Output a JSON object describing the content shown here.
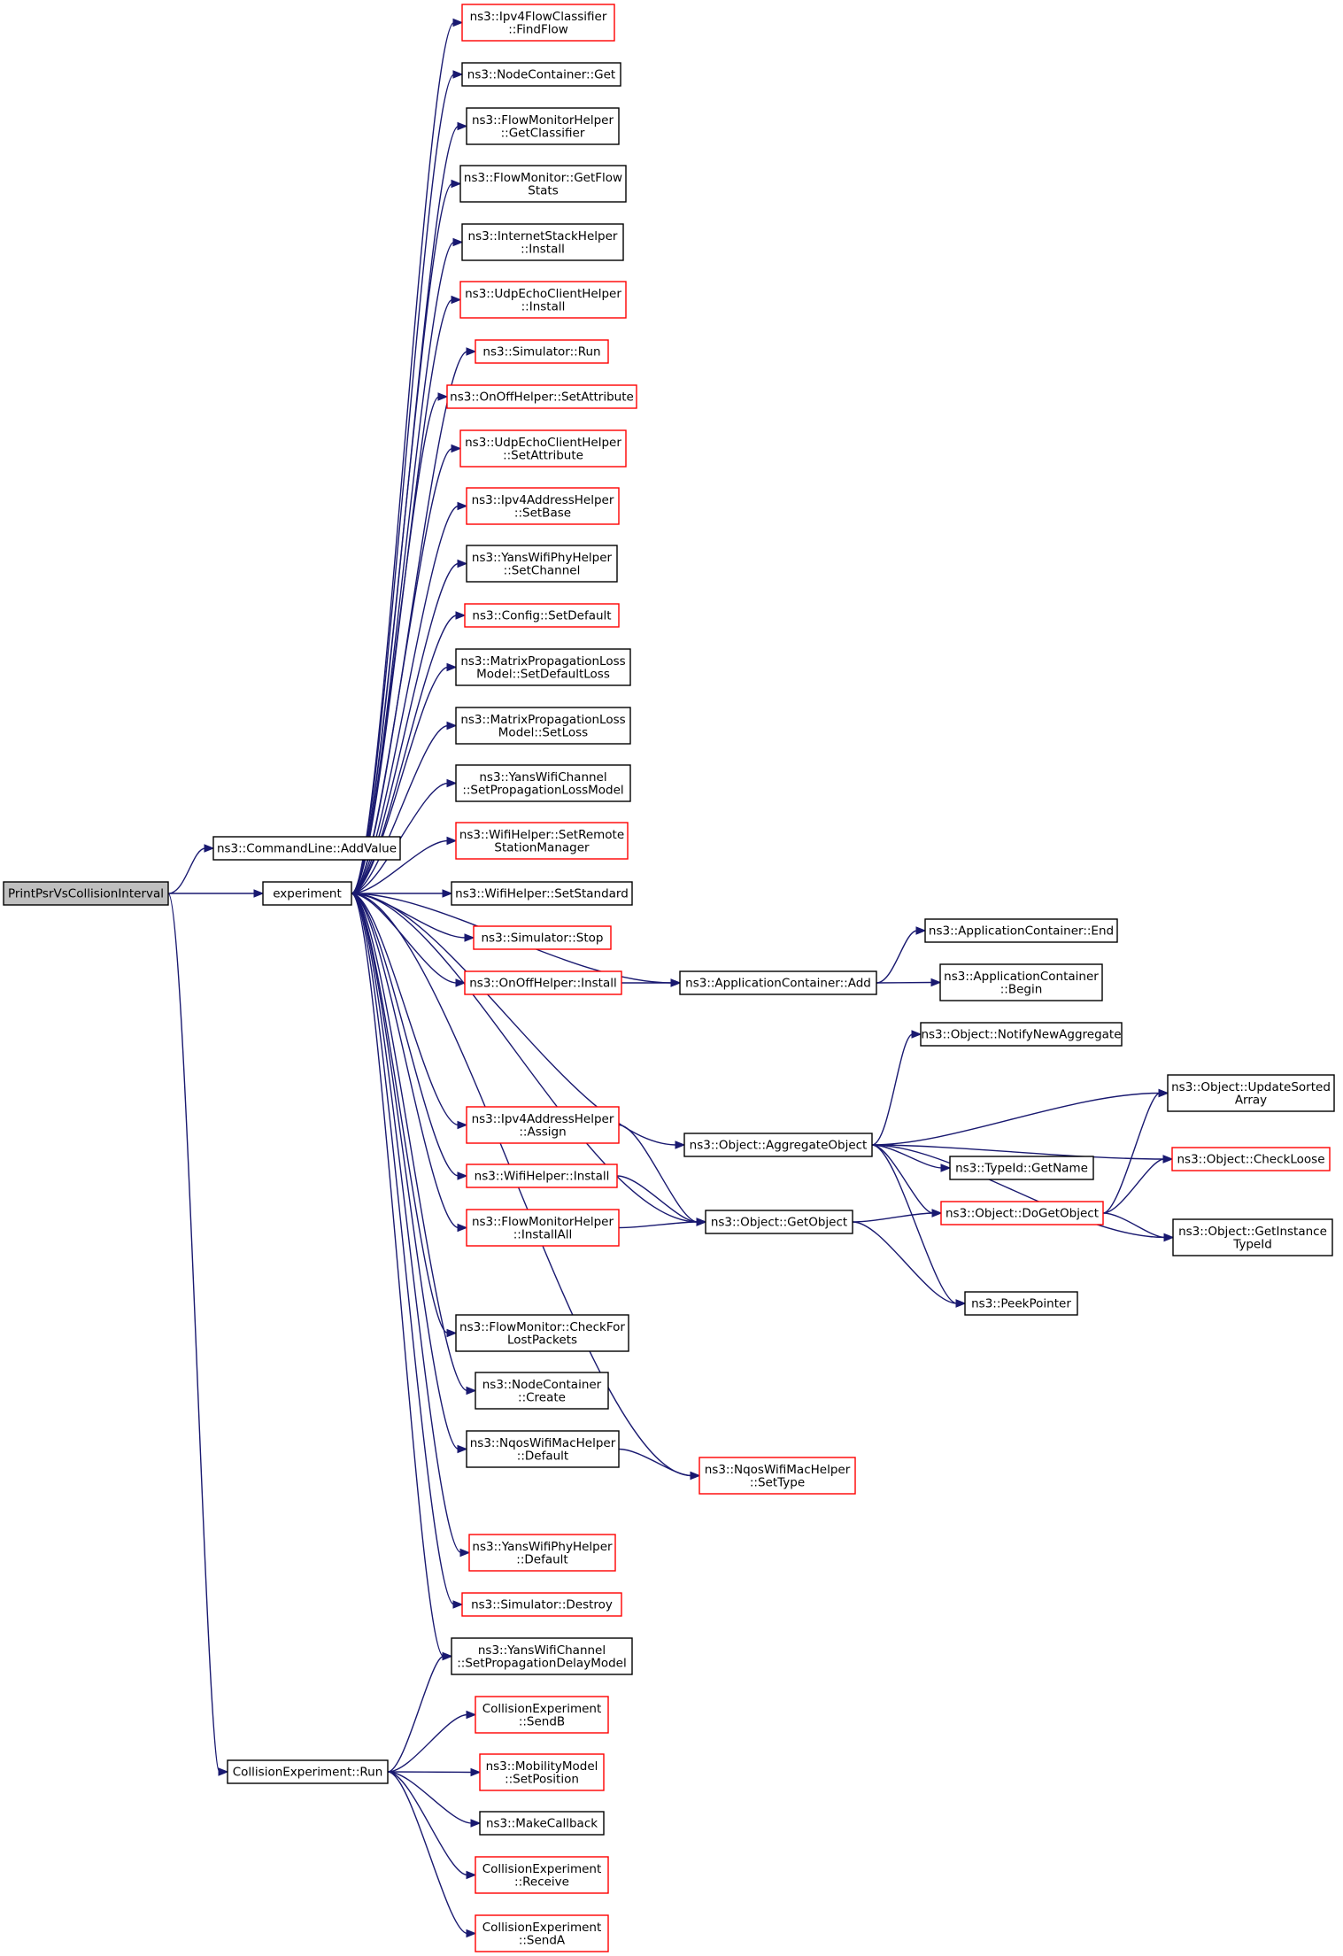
{
  "colors": {
    "edge": "#191970",
    "border_normal": "#000000",
    "border_highlight": "#ff0000",
    "root_fill": "#bfbfbf",
    "node_fill": "#ffffff"
  },
  "nodes": [
    {
      "id": "root",
      "lines": [
        "PrintPsrVsCollisionInterval"
      ],
      "style": "root"
    },
    {
      "id": "addvalue",
      "lines": [
        "ns3::CommandLine::AddValue"
      ],
      "style": "normal"
    },
    {
      "id": "experiment",
      "lines": [
        "experiment"
      ],
      "style": "normal"
    },
    {
      "id": "collrun",
      "lines": [
        "CollisionExperiment::Run"
      ],
      "style": "normal"
    },
    {
      "id": "findflow",
      "lines": [
        "ns3::Ipv4FlowClassifier",
        "::FindFlow"
      ],
      "style": "red"
    },
    {
      "id": "ncget",
      "lines": [
        "ns3::NodeContainer::Get"
      ],
      "style": "normal"
    },
    {
      "id": "getclassifier",
      "lines": [
        "ns3::FlowMonitorHelper",
        "::GetClassifier"
      ],
      "style": "normal"
    },
    {
      "id": "getflowstats",
      "lines": [
        "ns3::FlowMonitor::GetFlow",
        "Stats"
      ],
      "style": "normal"
    },
    {
      "id": "ishinstall",
      "lines": [
        "ns3::InternetStackHelper",
        "::Install"
      ],
      "style": "normal"
    },
    {
      "id": "udpinstall",
      "lines": [
        "ns3::UdpEchoClientHelper",
        "::Install"
      ],
      "style": "red"
    },
    {
      "id": "simrun",
      "lines": [
        "ns3::Simulator::Run"
      ],
      "style": "red"
    },
    {
      "id": "onoffsetattr",
      "lines": [
        "ns3::OnOffHelper::SetAttribute"
      ],
      "style": "red"
    },
    {
      "id": "udpsetattr",
      "lines": [
        "ns3::UdpEchoClientHelper",
        "::SetAttribute"
      ],
      "style": "red"
    },
    {
      "id": "setbase",
      "lines": [
        "ns3::Ipv4AddressHelper",
        "::SetBase"
      ],
      "style": "red"
    },
    {
      "id": "setchannel",
      "lines": [
        "ns3::YansWifiPhyHelper",
        "::SetChannel"
      ],
      "style": "normal"
    },
    {
      "id": "setdefault",
      "lines": [
        "ns3::Config::SetDefault"
      ],
      "style": "red"
    },
    {
      "id": "setdefaultloss",
      "lines": [
        "ns3::MatrixPropagationLoss",
        "Model::SetDefaultLoss"
      ],
      "style": "normal"
    },
    {
      "id": "setloss",
      "lines": [
        "ns3::MatrixPropagationLoss",
        "Model::SetLoss"
      ],
      "style": "normal"
    },
    {
      "id": "setproploss",
      "lines": [
        "ns3::YansWifiChannel",
        "::SetPropagationLossModel"
      ],
      "style": "normal"
    },
    {
      "id": "setremote",
      "lines": [
        "ns3::WifiHelper::SetRemote",
        "StationManager"
      ],
      "style": "red"
    },
    {
      "id": "setstandard",
      "lines": [
        "ns3::WifiHelper::SetStandard"
      ],
      "style": "normal"
    },
    {
      "id": "simstop",
      "lines": [
        "ns3::Simulator::Stop"
      ],
      "style": "red"
    },
    {
      "id": "onoffinstall",
      "lines": [
        "ns3::OnOffHelper::Install"
      ],
      "style": "red"
    },
    {
      "id": "acadd",
      "lines": [
        "ns3::ApplicationContainer::Add"
      ],
      "style": "normal"
    },
    {
      "id": "acend",
      "lines": [
        "ns3::ApplicationContainer::End"
      ],
      "style": "normal"
    },
    {
      "id": "acbegin",
      "lines": [
        "ns3::ApplicationContainer",
        "::Begin"
      ],
      "style": "normal"
    },
    {
      "id": "notifynew",
      "lines": [
        "ns3::Object::NotifyNewAggregate"
      ],
      "style": "normal"
    },
    {
      "id": "aggobj",
      "lines": [
        "ns3::Object::AggregateObject"
      ],
      "style": "normal"
    },
    {
      "id": "updatesorted",
      "lines": [
        "ns3::Object::UpdateSorted",
        "Array"
      ],
      "style": "normal"
    },
    {
      "id": "checkloose",
      "lines": [
        "ns3::Object::CheckLoose"
      ],
      "style": "red"
    },
    {
      "id": "getname",
      "lines": [
        "ns3::TypeId::GetName"
      ],
      "style": "normal"
    },
    {
      "id": "ipv4assign",
      "lines": [
        "ns3::Ipv4AddressHelper",
        "::Assign"
      ],
      "style": "red"
    },
    {
      "id": "wifiinstall",
      "lines": [
        "ns3::WifiHelper::Install"
      ],
      "style": "red"
    },
    {
      "id": "installall",
      "lines": [
        "ns3::FlowMonitorHelper",
        "::InstallAll"
      ],
      "style": "red"
    },
    {
      "id": "getobject",
      "lines": [
        "ns3::Object::GetObject"
      ],
      "style": "normal"
    },
    {
      "id": "dogetobject",
      "lines": [
        "ns3::Object::DoGetObject"
      ],
      "style": "red"
    },
    {
      "id": "getinstancetypeid",
      "lines": [
        "ns3::Object::GetInstance",
        "TypeId"
      ],
      "style": "normal"
    },
    {
      "id": "peekpointer",
      "lines": [
        "ns3::PeekPointer"
      ],
      "style": "normal"
    },
    {
      "id": "checklost",
      "lines": [
        "ns3::FlowMonitor::CheckFor",
        "LostPackets"
      ],
      "style": "normal"
    },
    {
      "id": "nccreate",
      "lines": [
        "ns3::NodeContainer",
        "::Create"
      ],
      "style": "normal"
    },
    {
      "id": "nqosdefault",
      "lines": [
        "ns3::NqosWifiMacHelper",
        "::Default"
      ],
      "style": "normal"
    },
    {
      "id": "nqossettype",
      "lines": [
        "ns3::NqosWifiMacHelper",
        "::SetType"
      ],
      "style": "red"
    },
    {
      "id": "yansphydefault",
      "lines": [
        "ns3::YansWifiPhyHelper",
        "::Default"
      ],
      "style": "red"
    },
    {
      "id": "simdestroy",
      "lines": [
        "ns3::Simulator::Destroy"
      ],
      "style": "red"
    },
    {
      "id": "setpropdelay",
      "lines": [
        "ns3::YansWifiChannel",
        "::SetPropagationDelayModel"
      ],
      "style": "normal"
    },
    {
      "id": "sendb",
      "lines": [
        "CollisionExperiment",
        "::SendB"
      ],
      "style": "red"
    },
    {
      "id": "setposition",
      "lines": [
        "ns3::MobilityModel",
        "::SetPosition"
      ],
      "style": "red"
    },
    {
      "id": "makecallback",
      "lines": [
        "ns3::MakeCallback"
      ],
      "style": "normal"
    },
    {
      "id": "receive",
      "lines": [
        "CollisionExperiment",
        "::Receive"
      ],
      "style": "red"
    },
    {
      "id": "senda",
      "lines": [
        "CollisionExperiment",
        "::SendA"
      ],
      "style": "red"
    }
  ],
  "edges": [
    [
      "root",
      "addvalue"
    ],
    [
      "root",
      "experiment"
    ],
    [
      "root",
      "collrun"
    ],
    [
      "experiment",
      "findflow"
    ],
    [
      "experiment",
      "ncget"
    ],
    [
      "experiment",
      "getclassifier"
    ],
    [
      "experiment",
      "getflowstats"
    ],
    [
      "experiment",
      "ishinstall"
    ],
    [
      "experiment",
      "udpinstall"
    ],
    [
      "experiment",
      "simrun"
    ],
    [
      "experiment",
      "onoffsetattr"
    ],
    [
      "experiment",
      "udpsetattr"
    ],
    [
      "experiment",
      "setbase"
    ],
    [
      "experiment",
      "setchannel"
    ],
    [
      "experiment",
      "setdefault"
    ],
    [
      "experiment",
      "setdefaultloss"
    ],
    [
      "experiment",
      "setloss"
    ],
    [
      "experiment",
      "setproploss"
    ],
    [
      "experiment",
      "setremote"
    ],
    [
      "experiment",
      "setstandard"
    ],
    [
      "experiment",
      "simstop"
    ],
    [
      "experiment",
      "onoffinstall"
    ],
    [
      "experiment",
      "acadd"
    ],
    [
      "experiment",
      "aggobj"
    ],
    [
      "experiment",
      "ipv4assign"
    ],
    [
      "experiment",
      "wifiinstall"
    ],
    [
      "experiment",
      "installall"
    ],
    [
      "experiment",
      "getobject"
    ],
    [
      "experiment",
      "checklost"
    ],
    [
      "experiment",
      "nccreate"
    ],
    [
      "experiment",
      "nqosdefault"
    ],
    [
      "experiment",
      "nqossettype"
    ],
    [
      "experiment",
      "yansphydefault"
    ],
    [
      "experiment",
      "simdestroy"
    ],
    [
      "experiment",
      "setpropdelay"
    ],
    [
      "onoffinstall",
      "acadd"
    ],
    [
      "acadd",
      "acend"
    ],
    [
      "acadd",
      "acbegin"
    ],
    [
      "aggobj",
      "notifynew"
    ],
    [
      "aggobj",
      "updatesorted"
    ],
    [
      "aggobj",
      "checkloose"
    ],
    [
      "aggobj",
      "getname"
    ],
    [
      "aggobj",
      "dogetobject"
    ],
    [
      "aggobj",
      "getinstancetypeid"
    ],
    [
      "aggobj",
      "peekpointer"
    ],
    [
      "ipv4assign",
      "getobject"
    ],
    [
      "wifiinstall",
      "getobject"
    ],
    [
      "installall",
      "getobject"
    ],
    [
      "getobject",
      "dogetobject"
    ],
    [
      "getobject",
      "peekpointer"
    ],
    [
      "dogetobject",
      "updatesorted"
    ],
    [
      "dogetobject",
      "checkloose"
    ],
    [
      "dogetobject",
      "getinstancetypeid"
    ],
    [
      "nqosdefault",
      "nqossettype"
    ],
    [
      "collrun",
      "setpropdelay"
    ],
    [
      "collrun",
      "sendb"
    ],
    [
      "collrun",
      "setposition"
    ],
    [
      "collrun",
      "makecallback"
    ],
    [
      "collrun",
      "receive"
    ],
    [
      "collrun",
      "senda"
    ]
  ]
}
